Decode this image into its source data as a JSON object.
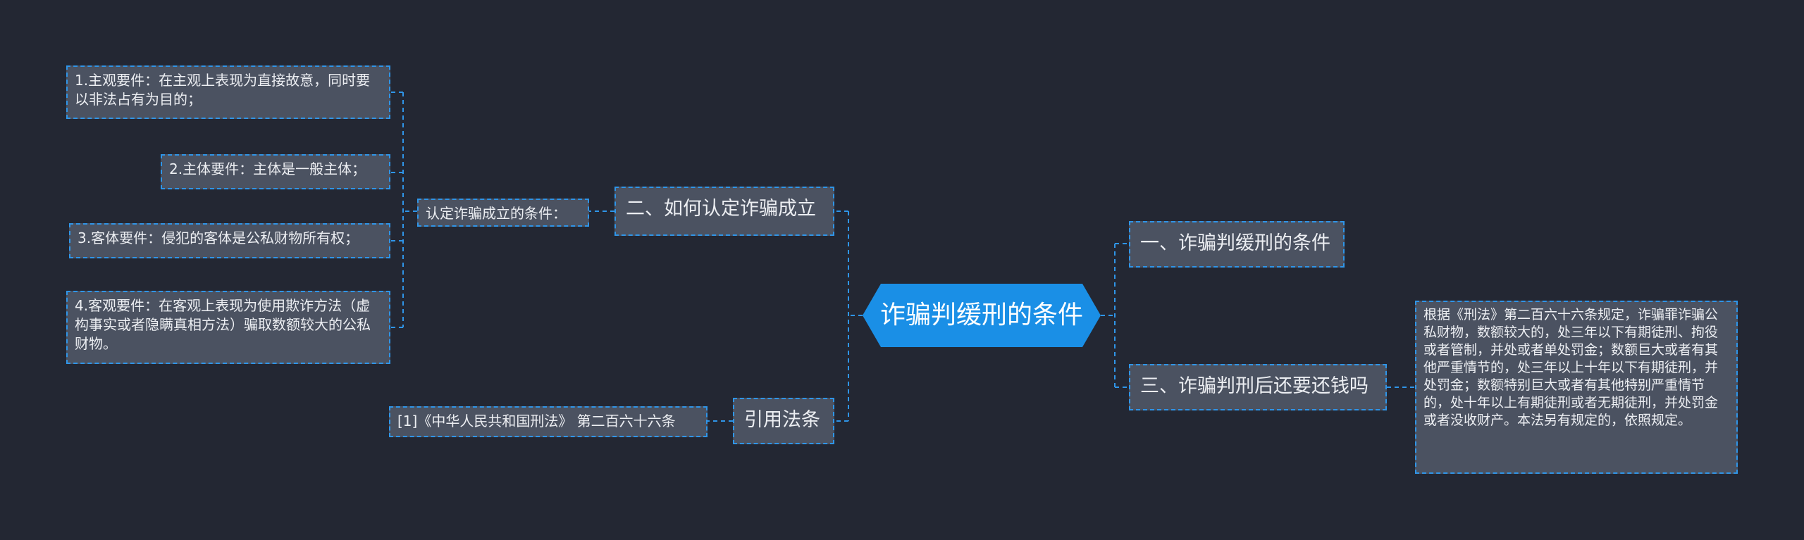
{
  "root": {
    "title": "诈骗判缓刑的条件"
  },
  "left": {
    "branch_recognize": {
      "label": "二、如何认定诈骗成立",
      "sub": {
        "label": "认定诈骗成立的条件：",
        "items": [
          "1.主观要件：在主观上表现为直接故意，同时要以非法占有为目的；",
          "2.主体要件：主体是一般主体；",
          "3.客体要件：侵犯的客体是公私财物所有权；",
          "4.客观要件：在客观上表现为使用欺诈方法（虚构事实或者隐瞒真相方法）骗取数额较大的公私财物。"
        ]
      }
    },
    "branch_law": {
      "label": "引用法条",
      "ref": "[1]《中华人民共和国刑法》 第二百六十六条"
    }
  },
  "right": {
    "branch_probation": {
      "label": "一、诈骗判缓刑的条件"
    },
    "branch_refund": {
      "label": "三、诈骗判刑后还要还钱吗",
      "detail": "根据《刑法》第二百六十六条规定，诈骗罪诈骗公私财物，数额较大的，处三年以下有期徒刑、拘役或者管制，并处或者单处罚金；数额巨大或者有其他严重情节的，处三年以上十年以下有期徒刑，并处罚金；数额特别巨大或者有其他特别严重情节的，处十年以上有期徒刑或者无期徒刑，并处罚金或者没收财产。本法另有规定的，依照规定。"
    }
  },
  "colors": {
    "background": "#232733",
    "node_fill": "#4b5261",
    "connector": "#2f95e8",
    "root_fill": "#1a8fe6"
  }
}
